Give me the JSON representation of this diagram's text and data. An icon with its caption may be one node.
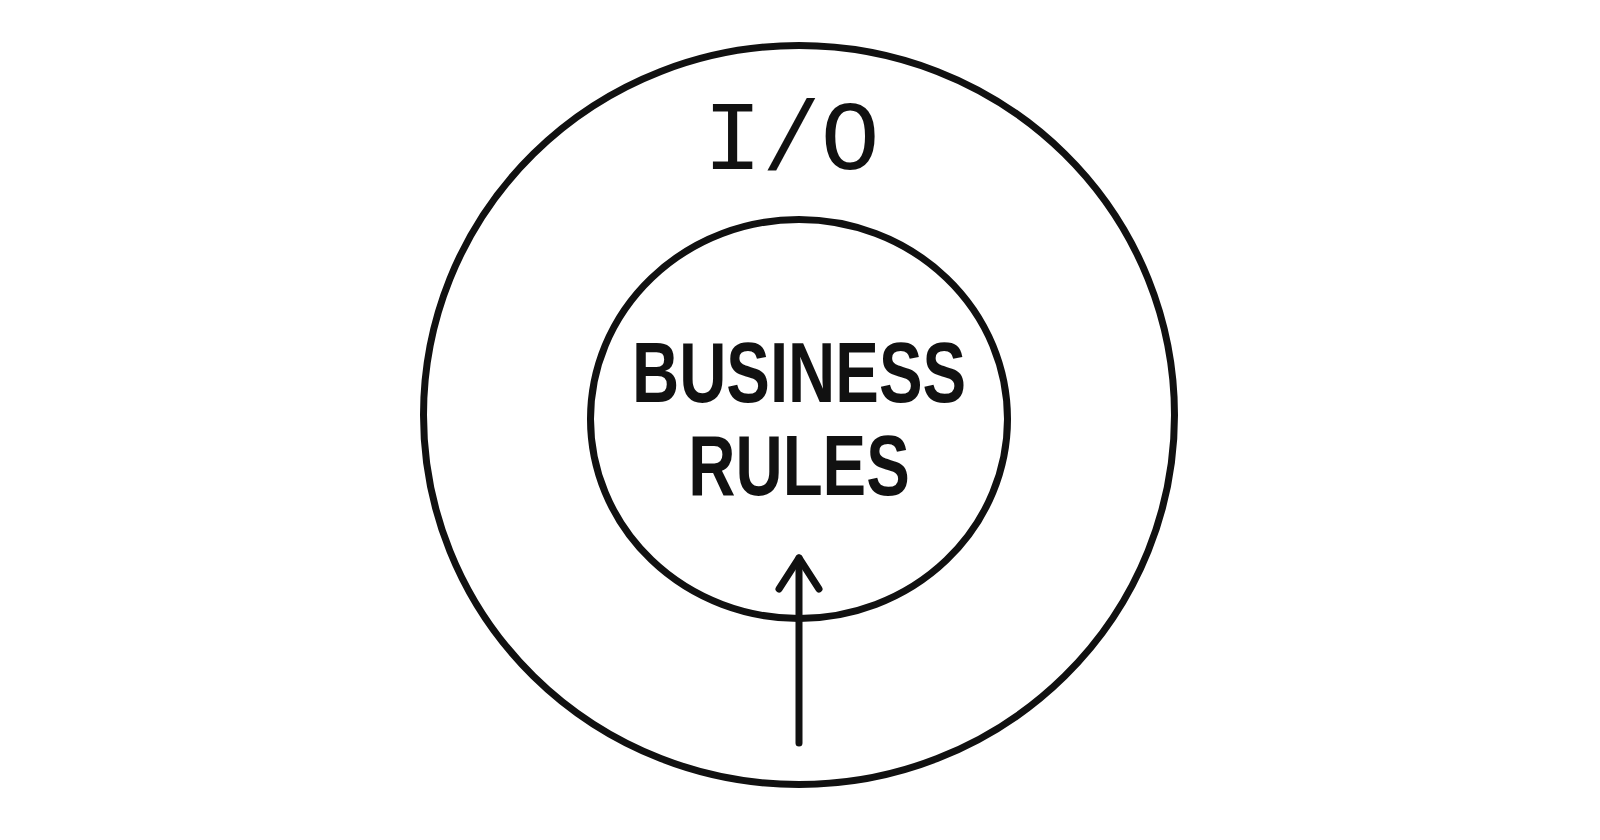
{
  "diagram": {
    "nodes": [
      {
        "text": [
          "I/O"
        ]
      },
      {
        "text": [
          "BUSINESS RULES"
        ],
        "in": 0
      }
    ],
    "edges": [
      {
        "from": null,
        "to": 1,
        "arrow": "to"
      }
    ]
  }
}
